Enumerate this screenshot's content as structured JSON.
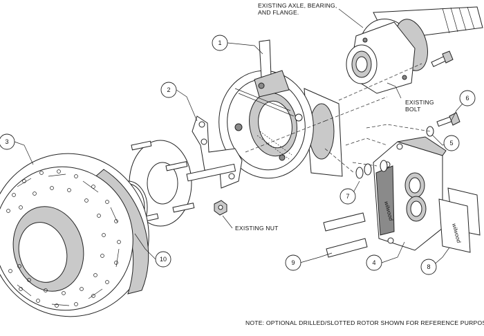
{
  "callouts": {
    "c1": "1",
    "c2": "2",
    "c3": "3",
    "c4": "4",
    "c5": "5",
    "c6": "6",
    "c7": "7",
    "c8": "8",
    "c9": "9",
    "c10": "10"
  },
  "labels": {
    "axle_line1": "EXISTING AXLE, BEARING,",
    "axle_line2": "AND FLANGE.",
    "bolt_line1": "EXISTING",
    "bolt_line2": "BOLT",
    "nut": "EXISTING NUT",
    "note": "NOTE: OPTIONAL DRILLED/SLOTTED ROTOR SHOWN FOR REFERENCE PURPOSES"
  },
  "brand": "wilwood"
}
